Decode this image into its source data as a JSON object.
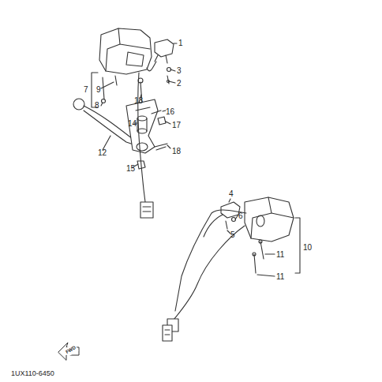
{
  "diagram": {
    "labels": [
      "1",
      "3",
      "2",
      "7",
      "9",
      "8",
      "13",
      "16",
      "17",
      "14",
      "12",
      "18",
      "15",
      "4",
      "6",
      "5",
      "10",
      "11",
      "11",
      "FWD",
      "1UX110-6450"
    ]
  }
}
